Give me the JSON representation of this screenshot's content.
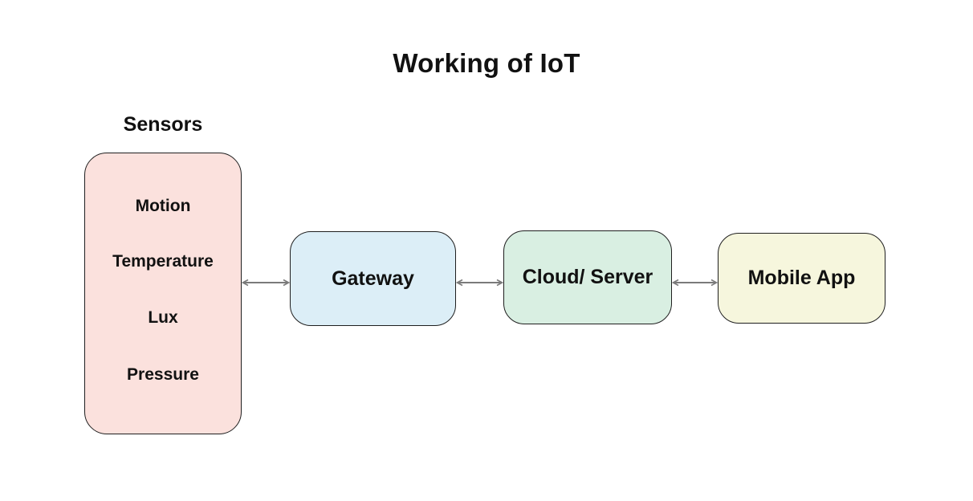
{
  "title": "Working of IoT",
  "colors": {
    "background": "#ffffff",
    "text": "#111111",
    "box_border": "#1f1f1f",
    "arrow": "#7a7a7a",
    "sensors_fill": "#fbe1dd",
    "gateway_fill": "#dceef7",
    "cloud_server_fill": "#d9efe2",
    "mobile_app_fill": "#f6f6dd"
  },
  "diagram": {
    "sensors": {
      "label": "Sensors",
      "items": [
        "Motion",
        "Temperature",
        "Lux",
        "Pressure"
      ]
    },
    "nodes": [
      {
        "id": "gateway",
        "label": "Gateway"
      },
      {
        "id": "cloud-server",
        "label": "Cloud/ Server"
      },
      {
        "id": "mobile-app",
        "label": "Mobile App"
      }
    ],
    "connections": [
      {
        "from": "sensors",
        "to": "gateway",
        "bidirectional": true
      },
      {
        "from": "gateway",
        "to": "cloud-server",
        "bidirectional": true
      },
      {
        "from": "cloud-server",
        "to": "mobile-app",
        "bidirectional": true
      }
    ]
  }
}
